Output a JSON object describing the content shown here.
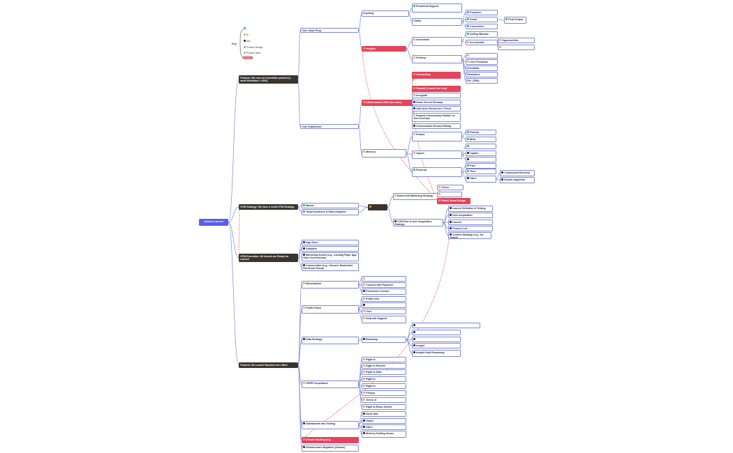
{
  "key": {
    "title": "Key",
    "items": [
      {
        "icon": "green-circle-icon",
        "label": ""
      },
      {
        "icon": "orange-circle-icon",
        "label": "In"
      },
      {
        "icon": "black-circle-icon",
        "label": "Not"
      },
      {
        "icon": "pencil-icon",
        "label": "Product Design"
      },
      {
        "icon": "pencil-icon",
        "label": "Product Spec"
      },
      {
        "icon": "red-box",
        "label": "Product"
      }
    ]
  },
  "colors": {
    "root": "#5b5de8",
    "dark": "#3b342f",
    "red": "#e3455c",
    "border": "#7b86d9",
    "green": "#22b34a",
    "orange": "#f2a23c",
    "black": "#1a1a1a"
  },
  "nodes": [
    {
      "id": "root",
      "text": "October Launch",
      "style": "root"
    },
    {
      "id": "product",
      "text": "Product: We have an incredible product (1-week Retention > 20%)",
      "style": "dark"
    },
    {
      "id": "gtmstrat",
      "text": "GTM Strategy: We have a Solid GTM Strategy",
      "style": "dark"
    },
    {
      "id": "gtmexec",
      "text": "GTM Execution: All Assets are Ready for Launch",
      "style": "dark"
    },
    {
      "id": "blockers",
      "text": "Product: All Launch Blockers are Lifted",
      "style": "dark"
    },
    {
      "id": "cvp",
      "text": "Core Value Prop",
      "style": "box"
    },
    {
      "id": "cexp",
      "text": "Core Experience",
      "style": "box"
    },
    {
      "id": "inspiring",
      "text": "Inspiring",
      "style": "box"
    },
    {
      "id": "insights",
      "text": "Insights",
      "style": "red",
      "icon": "orange"
    },
    {
      "id": "emo",
      "text": "Emotional Support",
      "style": "box",
      "icon": "green"
    },
    {
      "id": "clarity",
      "text": "Clarity",
      "style": "box"
    },
    {
      "id": "proactive",
      "text": "Proactive",
      "style": "box",
      "icon": "green"
    },
    {
      "id": "smart",
      "text": "Smart",
      "style": "box",
      "icon": "green"
    },
    {
      "id": "c3",
      "text": "Connection",
      "style": "box",
      "icon": "green"
    },
    {
      "id": "final",
      "text": "Final Output",
      "style": "box",
      "icon": "green"
    },
    {
      "id": "generation",
      "text": "Generation",
      "style": "box",
      "icon": "orange"
    },
    {
      "id": "selling",
      "text": "Selling Window",
      "style": "box",
      "icon": "green"
    },
    {
      "id": "incr",
      "text": "Incremental →",
      "style": "box",
      "icon": "orange"
    },
    {
      "id": "opp",
      "text": "Opportunities",
      "style": "box",
      "icon": "orange"
    },
    {
      "id": "opp2",
      "text": "",
      "style": "box",
      "icon": "orange"
    },
    {
      "id": "delivery",
      "text": "Delivery",
      "style": "box",
      "icon": "orange"
    },
    {
      "id": "d1",
      "text": "",
      "style": "box",
      "icon": "orange"
    },
    {
      "id": "ufb",
      "text": "User Feedback",
      "style": "box",
      "icon": "orange"
    },
    {
      "id": "interstitial",
      "text": "Interstitial",
      "style": "box"
    },
    {
      "id": "reminders",
      "text": "Reminders",
      "style": "box"
    },
    {
      "id": "etc",
      "text": "Etc. (TBD)",
      "style": "box"
    },
    {
      "id": "diff",
      "text": "Differentiated UI/UX (for alike)",
      "style": "red",
      "icon": "orange"
    },
    {
      "id": "onboarding",
      "text": "Onboarding",
      "style": "red",
      "icon": "orange"
    },
    {
      "id": "onb2",
      "text": "",
      "style": "bare",
      "icon": "orange"
    },
    {
      "id": "paywall",
      "text": "Paywall (1-week free trial)",
      "style": "red",
      "icon": "orange"
    },
    {
      "id": "incognito",
      "text": "Incognito",
      "style": "box",
      "icon": "orange"
    },
    {
      "id": "homerev",
      "text": "Home Screen Revamp",
      "style": "box",
      "icon": "black"
    },
    {
      "id": "voice",
      "text": "Add Voice Record on Y Press",
      "style": "box",
      "icon": "black"
    },
    {
      "id": "expand",
      "text": "Expand Conversation Bubble on Text Overflow",
      "style": "box",
      "icon": "orange"
    },
    {
      "id": "convrate",
      "text": "Conversation Session Rating",
      "style": "box",
      "icon": "black"
    },
    {
      "id": "memory",
      "text": "Memory",
      "style": "box",
      "icon": "orange"
    },
    {
      "id": "extract",
      "text": "Extract",
      "style": "box",
      "icon": "orange"
    },
    {
      "id": "x1",
      "text": "Factual",
      "style": "box",
      "icon": "green"
    },
    {
      "id": "x2",
      "text": "Meta",
      "style": "box",
      "icon": "green"
    },
    {
      "id": "upsert",
      "text": "Upsert",
      "style": "box",
      "icon": "orange"
    },
    {
      "id": "u1",
      "text": "",
      "style": "box",
      "icon": "green"
    },
    {
      "id": "u2",
      "text": "Update",
      "style": "box",
      "icon": "black"
    },
    {
      "id": "u3",
      "text": "",
      "style": "box",
      "icon": "black"
    },
    {
      "id": "retrieval",
      "text": "Retrieval",
      "style": "box",
      "icon": "green"
    },
    {
      "id": "r1",
      "text": "Plan",
      "style": "box",
      "icon": "green"
    },
    {
      "id": "r2",
      "text": "Time",
      "style": "box",
      "icon": "green"
    },
    {
      "id": "other",
      "text": "Other",
      "style": "box",
      "icon": "black"
    },
    {
      "id": "custom",
      "text": "Customized Retrieval",
      "style": "box",
      "icon": "black"
    },
    {
      "id": "search",
      "text": "Search Algorithm",
      "style": "box",
      "icon": "black"
    },
    {
      "id": "market",
      "text": "Market",
      "style": "box",
      "icon": "green"
    },
    {
      "id": "target",
      "text": "Target Audience & Early Adopters",
      "style": "box",
      "icon": "green"
    },
    {
      "id": "hub",
      "text": "",
      "style": "dark",
      "icon": "orange"
    },
    {
      "id": "brand",
      "text": "Brand and Marketing Strategy",
      "style": "box",
      "icon": "orange"
    },
    {
      "id": "vision",
      "text": "Vision",
      "style": "box",
      "icon": "orange"
    },
    {
      "id": "vision2",
      "text": "",
      "style": "box",
      "icon": "orange"
    },
    {
      "id": "bvd",
      "text": "Brand Visual Design",
      "style": "red",
      "icon": "orange"
    },
    {
      "id": "gtmplan",
      "text": "GTM Plan & User Acquisition Strategy",
      "style": "box",
      "icon": "black"
    },
    {
      "id": "launchdef",
      "text": "Launch Definition & Testing",
      "style": "box",
      "icon": "black"
    },
    {
      "id": "useracq",
      "text": "User Acquisition",
      "style": "box",
      "icon": "black"
    },
    {
      "id": "launch",
      "text": "Launch",
      "style": "box",
      "icon": "black"
    },
    {
      "id": "productled",
      "text": "Product Led",
      "style": "box",
      "icon": "black"
    },
    {
      "id": "content",
      "text": "Content Strategy (e.g., for Graph)",
      "style": "box",
      "icon": "black"
    },
    {
      "id": "appstore",
      "text": "App Store",
      "style": "box",
      "icon": "black"
    },
    {
      "id": "as2",
      "text": "Analytics",
      "style": "box",
      "icon": "black"
    },
    {
      "id": "mktassets",
      "text": "Marketing Assets (e.g., Landing Page, App Store Screenshots)",
      "style": "box",
      "icon": "black"
    },
    {
      "id": "communities",
      "text": "Communities (e.g., Discord, Moderated Facebook Group)",
      "style": "box",
      "icon": "black"
    },
    {
      "id": "monet",
      "text": "Monetization",
      "style": "box",
      "icon": "orange"
    },
    {
      "id": "m1",
      "text": "",
      "style": "box",
      "icon": "orange"
    },
    {
      "id": "connpay",
      "text": "Connect with Payment",
      "style": "box",
      "icon": "orange"
    },
    {
      "id": "perm",
      "text": "Permission Control",
      "style": "box",
      "icon": "black"
    },
    {
      "id": "profile",
      "text": "Profile Panel",
      "style": "box",
      "icon": "orange"
    },
    {
      "id": "p1",
      "text": "Profile Info",
      "style": "box",
      "icon": "orange"
    },
    {
      "id": "p2",
      "text": "",
      "style": "box",
      "icon": "black"
    },
    {
      "id": "p3",
      "text": "User",
      "style": "box",
      "icon": "orange"
    },
    {
      "id": "help",
      "text": "Help and Support",
      "style": "box",
      "icon": "orange"
    },
    {
      "id": "datastrat",
      "text": "Data Strategy",
      "style": "box",
      "icon": "black"
    },
    {
      "id": "bootstrap",
      "text": "Bootstrap",
      "style": "box",
      "icon": "black"
    },
    {
      "id": "b1",
      "text": "",
      "style": "box",
      "icon": "black"
    },
    {
      "id": "b2",
      "text": "",
      "style": "box",
      "icon": "black"
    },
    {
      "id": "b3",
      "text": "",
      "style": "box",
      "icon": "black"
    },
    {
      "id": "insight",
      "text": "Insight",
      "style": "box",
      "icon": "black"
    },
    {
      "id": "insightgold",
      "text": "Insight Gold Reasoning",
      "style": "box",
      "icon": "black"
    },
    {
      "id": "gdpr",
      "text": "GDPR Compliance",
      "style": "box",
      "icon": "orange"
    },
    {
      "id": "g1",
      "text": "Right to",
      "style": "box",
      "icon": "orange"
    },
    {
      "id": "g2",
      "text": "Right to Restrict",
      "style": "box",
      "icon": "orange"
    },
    {
      "id": "g3",
      "text": "Right to Data",
      "style": "box",
      "icon": "orange"
    },
    {
      "id": "g4",
      "text": "Right to",
      "style": "box",
      "icon": "orange"
    },
    {
      "id": "g5",
      "text": "Right to",
      "style": "box",
      "icon": "orange"
    },
    {
      "id": "g6",
      "text": "Privacy",
      "style": "box",
      "icon": "orange"
    },
    {
      "id": "g7",
      "text": "Terms of",
      "style": "box",
      "icon": "orange"
    },
    {
      "id": "g8",
      "text": "Right to Erase (Delete",
      "style": "box",
      "icon": "orange"
    },
    {
      "id": "dash",
      "text": "Dashboards and Tooling",
      "style": "box",
      "icon": "black"
    },
    {
      "id": "northstar",
      "text": "North Star",
      "style": "box",
      "icon": "black"
    },
    {
      "id": "guard",
      "text": "Guard",
      "style": "box",
      "icon": "black"
    },
    {
      "id": "dother",
      "text": "Other",
      "style": "box",
      "icon": "black"
    },
    {
      "id": "memscale",
      "text": "Memory Scaling Issues",
      "style": "box",
      "icon": "black"
    },
    {
      "id": "growth",
      "text": "Growth Hacking (e.g.,",
      "style": "red",
      "icon": "orange"
    },
    {
      "id": "infra",
      "text": "Infrastructure Migration (Gnome)",
      "style": "box",
      "icon": "black"
    }
  ]
}
